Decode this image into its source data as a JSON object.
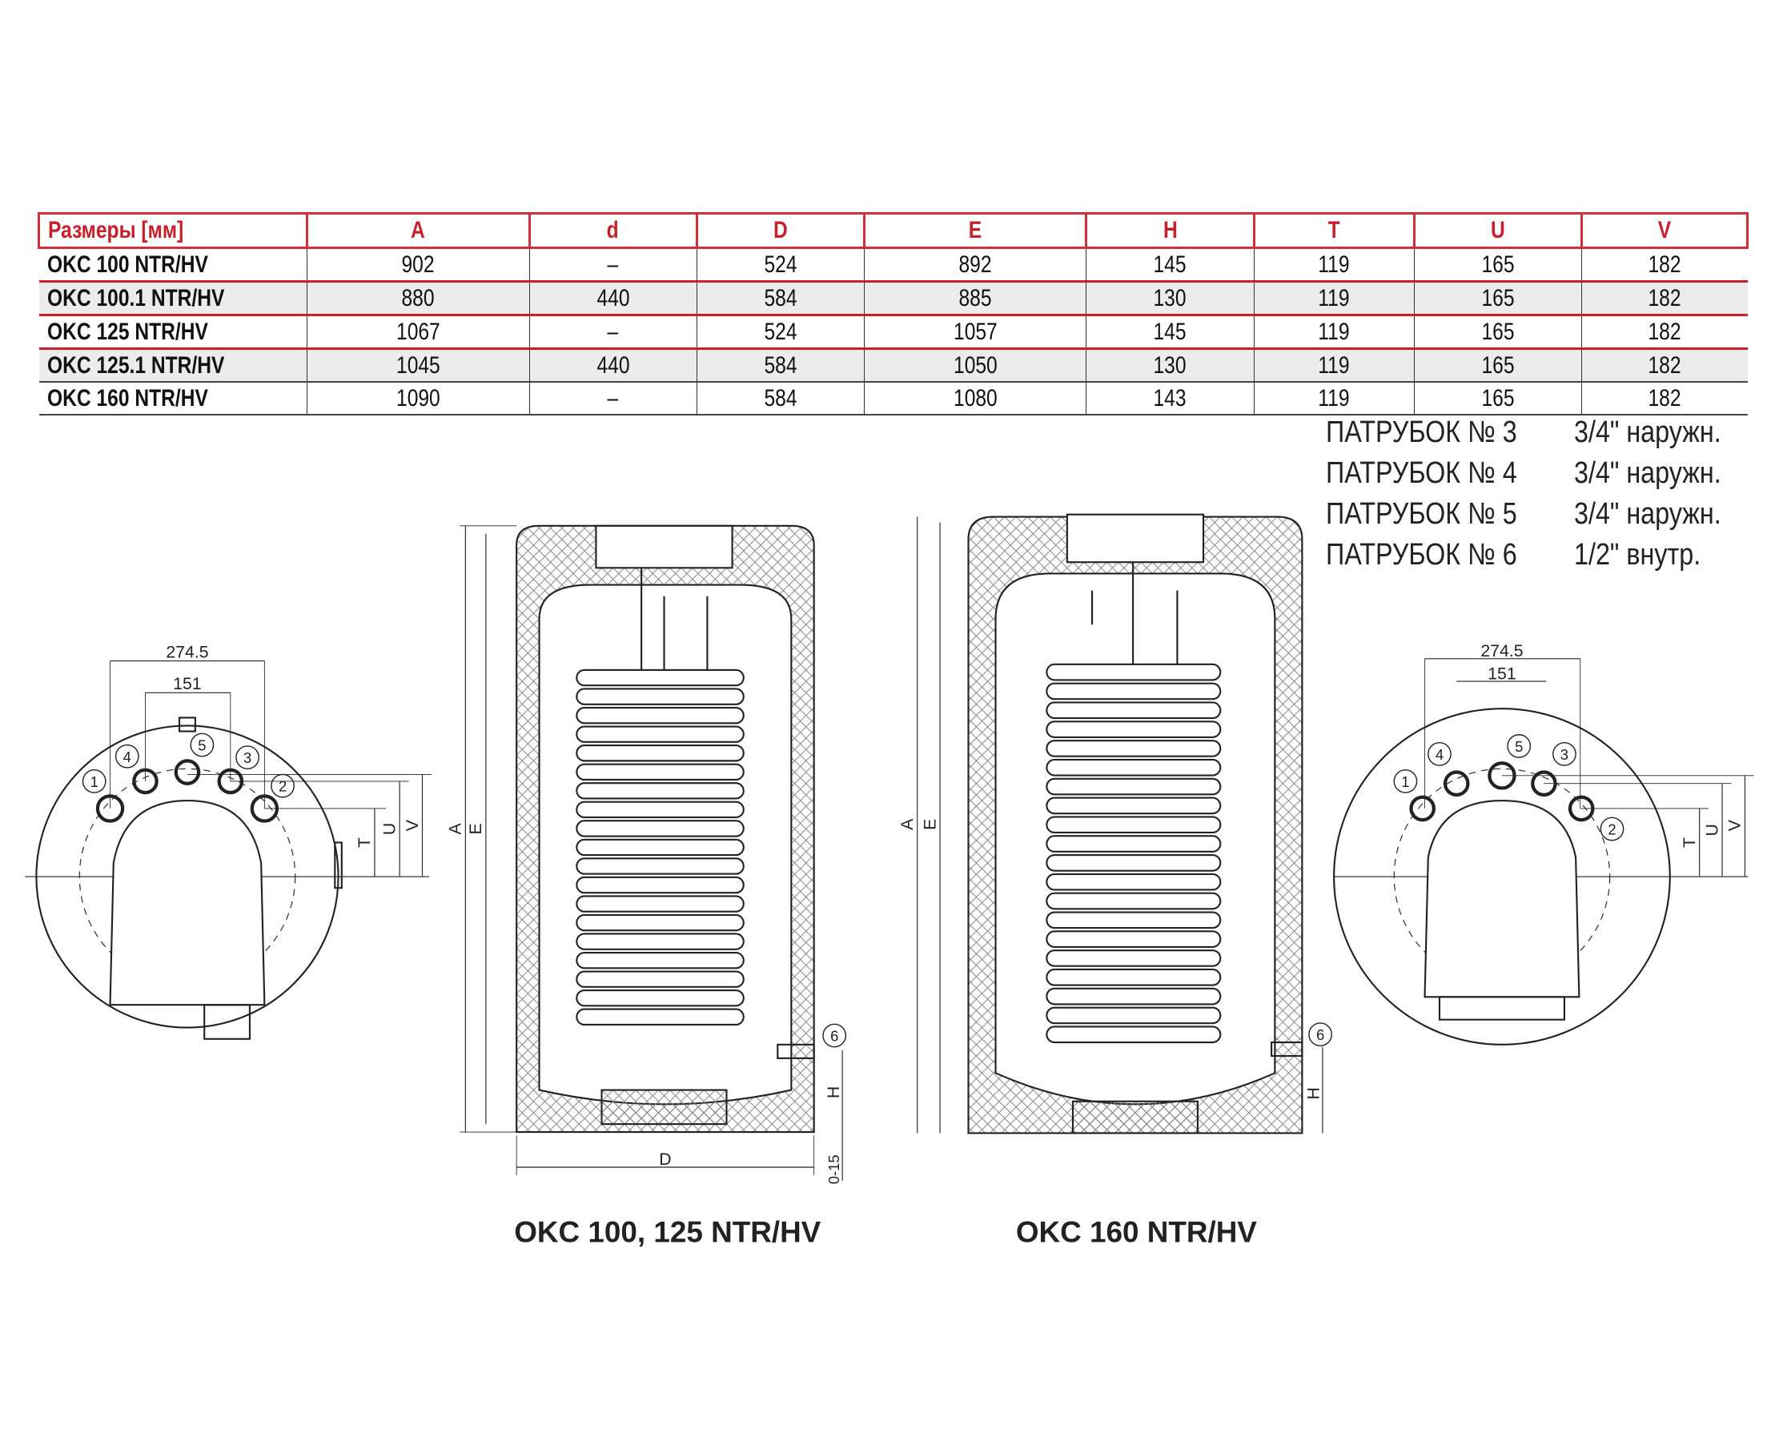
{
  "table": {
    "headers": [
      "Размеры [мм]",
      "A",
      "d",
      "D",
      "E",
      "H",
      "T",
      "U",
      "V"
    ],
    "rows": [
      [
        "OKC 100 NTR/HV",
        "902",
        "–",
        "524",
        "892",
        "145",
        "119",
        "165",
        "182"
      ],
      [
        "OKC 100.1 NTR/HV",
        "880",
        "440",
        "584",
        "885",
        "130",
        "119",
        "165",
        "182"
      ],
      [
        "OKC 125 NTR/HV",
        "1067",
        "–",
        "524",
        "1057",
        "145",
        "119",
        "165",
        "182"
      ],
      [
        "OKC 125.1 NTR/HV",
        "1045",
        "440",
        "584",
        "1050",
        "130",
        "119",
        "165",
        "182"
      ],
      [
        "OKC 160 NTR/HV",
        "1090",
        "–",
        "584",
        "1080",
        "143",
        "119",
        "165",
        "182"
      ]
    ]
  },
  "notes": [
    {
      "label": "ПАТРУБОК № 3",
      "value": "3/4\" наружн."
    },
    {
      "label": "ПАТРУБОК № 4",
      "value": "3/4\" наружн."
    },
    {
      "label": "ПАТРУБОК № 5",
      "value": "3/4\" наружн."
    },
    {
      "label": "ПАТРУБОК № 6",
      "value": "1/2\" внутр."
    }
  ],
  "drawing": {
    "dim_outer": "274.5",
    "dim_inner": "151",
    "ports": [
      "1",
      "2",
      "3",
      "4",
      "5",
      "6"
    ],
    "dims": {
      "T": "T",
      "U": "U",
      "V": "V",
      "A": "A",
      "E": "E",
      "D": "D",
      "H": "H",
      "gap": "0-15"
    },
    "caption_left": "OKC 100, 125 NTR/HV",
    "caption_right": "OKC 160 NTR/HV"
  },
  "colors": {
    "accent": "#c8202a",
    "alt_row": "#ececec"
  }
}
